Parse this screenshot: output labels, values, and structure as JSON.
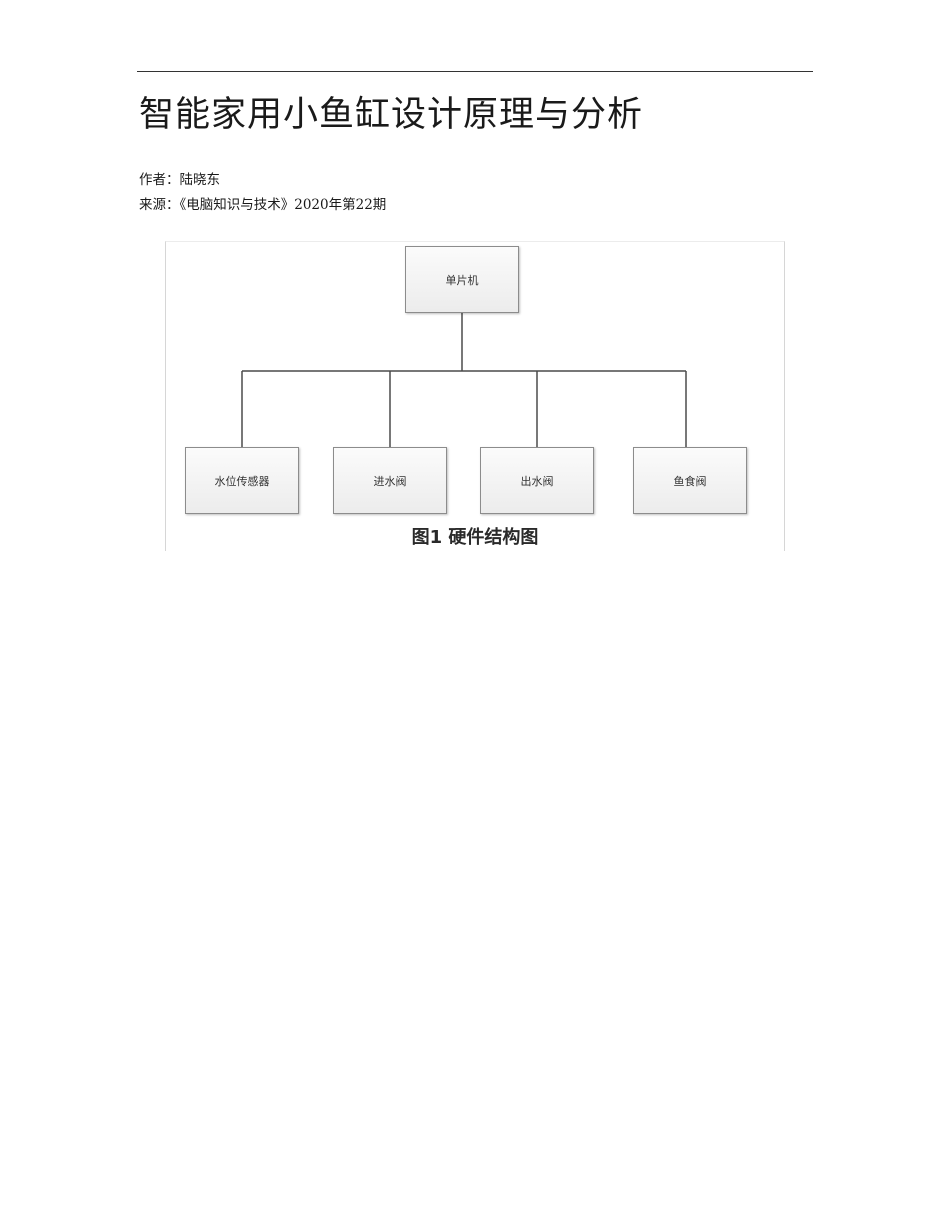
{
  "document": {
    "title": "智能家用小鱼缸设计原理与分析",
    "author_line": "作者：陆晓东",
    "source_line": "来源：《电脑知识与技术》2020年第22期"
  },
  "figure": {
    "caption": "图1  硬件结构图",
    "root": {
      "label": "单片机"
    },
    "children": [
      {
        "label": "水位传感器"
      },
      {
        "label": "进水阀"
      },
      {
        "label": "出水阀"
      },
      {
        "label": "鱼食阀"
      }
    ]
  }
}
